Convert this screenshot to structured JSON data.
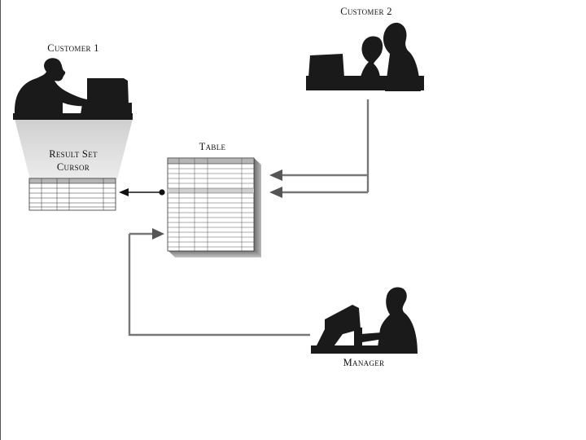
{
  "labels": {
    "customer1": "Customer 1",
    "customer2": "Customer 2",
    "table": "Table",
    "result_set_line1": "Result Set",
    "result_set_line2": "Cursor",
    "manager": "Manager"
  },
  "colors": {
    "silhouette": "#1a1a1a",
    "arrow_gray": "#777777",
    "arrow_dark": "#111111",
    "table_shadow": "#8a8a8a",
    "table_header": "#b5b5b5",
    "beam": "#dcdcdc"
  }
}
